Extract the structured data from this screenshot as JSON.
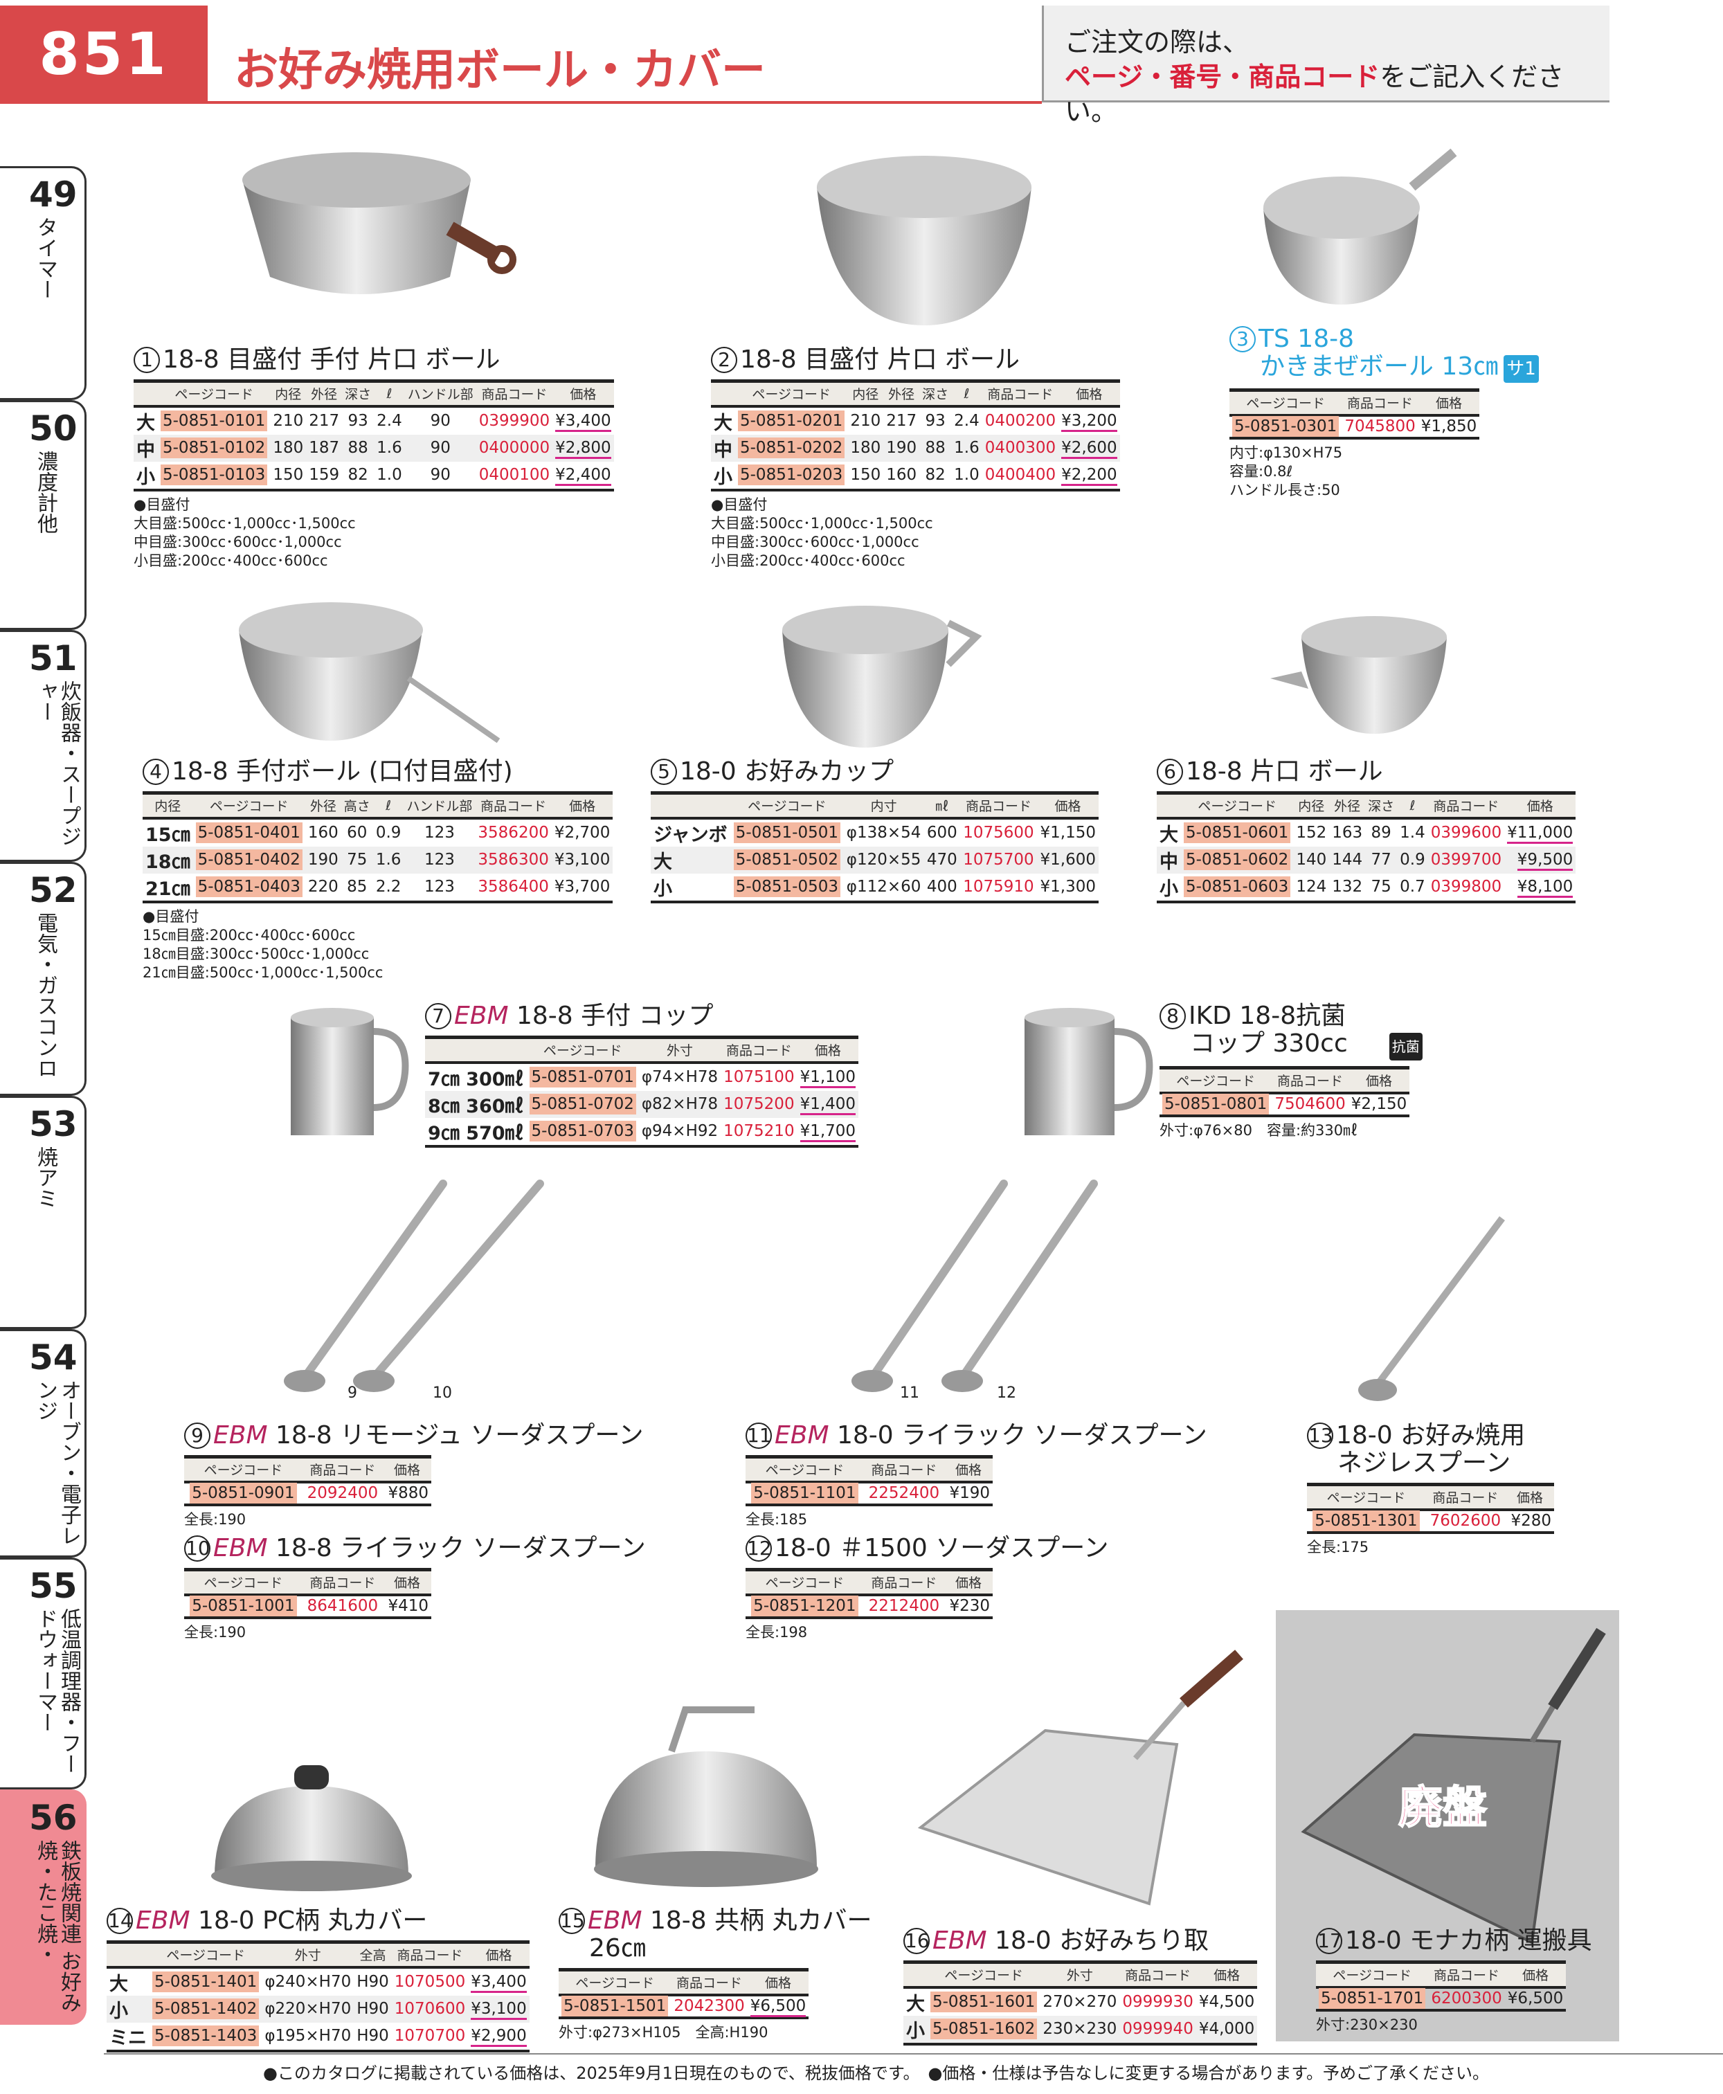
{
  "header": {
    "page_number": "851",
    "title": "お好み焼用ボール・カバー",
    "notice_line1": "ご注文の際は、",
    "notice_red": "ページ・番号・商品コード",
    "notice_rest": "をご記入ください。"
  },
  "tabs": [
    {
      "num": "49",
      "label": "タイマー"
    },
    {
      "num": "50",
      "label": "濃度計他"
    },
    {
      "num": "51",
      "label": "炊飯器・スープジャー"
    },
    {
      "num": "52",
      "label": "電気・ガスコンロ"
    },
    {
      "num": "53",
      "label": "焼アミ"
    },
    {
      "num": "54",
      "label": "オーブン・電子レンジ"
    },
    {
      "num": "55",
      "label": "低温調理器・フードウォーマー"
    },
    {
      "num": "56",
      "label": "鉄板焼関連 お好み焼・たこ焼・",
      "active": true
    }
  ],
  "products": [
    {
      "id": "p1",
      "num": "1",
      "brand": "",
      "name": "18-8 目盛付 手付 片口 ボール",
      "cols": [
        "",
        "ページコード",
        "内径",
        "外径",
        "深さ",
        "ℓ",
        "ハンドル部",
        "商品コード",
        "価格"
      ],
      "rows": [
        {
          "label": "大",
          "pc": "5-0851-0101",
          "specs": [
            "210",
            "217",
            "93",
            "2.4",
            "90"
          ],
          "code": "0399900",
          "price": "¥3,400",
          "ul": true
        },
        {
          "label": "中",
          "pc": "5-0851-0102",
          "specs": [
            "180",
            "187",
            "88",
            "1.6",
            "90"
          ],
          "code": "0400000",
          "price": "¥2,800",
          "ul": true
        },
        {
          "label": "小",
          "pc": "5-0851-0103",
          "specs": [
            "150",
            "159",
            "82",
            "1.0",
            "90"
          ],
          "code": "0400100",
          "price": "¥2,400",
          "ul": true
        }
      ],
      "notes": [
        "●目盛付",
        "大目盛:500cc･1,000cc･1,500cc",
        "中目盛:300cc･600cc･1,000cc",
        "小目盛:200cc･400cc･600cc"
      ]
    },
    {
      "id": "p2",
      "num": "2",
      "brand": "",
      "name": "18-8 目盛付 片口 ボール",
      "cols": [
        "",
        "ページコード",
        "内径",
        "外径",
        "深さ",
        "ℓ",
        "商品コード",
        "価格"
      ],
      "rows": [
        {
          "label": "大",
          "pc": "5-0851-0201",
          "specs": [
            "210",
            "217",
            "93",
            "2.4"
          ],
          "code": "0400200",
          "price": "¥3,200",
          "ul": true
        },
        {
          "label": "中",
          "pc": "5-0851-0202",
          "specs": [
            "180",
            "190",
            "88",
            "1.6"
          ],
          "code": "0400300",
          "price": "¥2,600",
          "ul": true
        },
        {
          "label": "小",
          "pc": "5-0851-0203",
          "specs": [
            "150",
            "160",
            "82",
            "1.0"
          ],
          "code": "0400400",
          "price": "¥2,200",
          "ul": true
        }
      ],
      "notes": [
        "●目盛付",
        "大目盛:500cc･1,000cc･1,500cc",
        "中目盛:300cc･600cc･1,000cc",
        "小目盛:200cc･400cc･600cc"
      ]
    },
    {
      "id": "p3",
      "num": "3",
      "brand": "",
      "name": "TS 18-8",
      "name2": "かきまぜボール 13㎝",
      "badge": "サ1",
      "blue": true,
      "cols": [
        "ページコード",
        "商品コード",
        "価格"
      ],
      "rows": [
        {
          "pc": "5-0851-0301",
          "specs": [],
          "code": "7045800",
          "price": "¥1,850"
        }
      ],
      "notes": [
        "内寸:φ130×H75",
        "容量:0.8ℓ",
        "ハンドル長さ:50"
      ]
    },
    {
      "id": "p4",
      "num": "4",
      "brand": "",
      "name": "18-8 手付ボール (口付目盛付)",
      "cols": [
        "内径",
        "ページコード",
        "外径",
        "高さ",
        "ℓ",
        "ハンドル部",
        "商品コード",
        "価格"
      ],
      "rows": [
        {
          "label": "15㎝",
          "pc": "5-0851-0401",
          "specs": [
            "160",
            "60",
            "0.9",
            "123"
          ],
          "code": "3586200",
          "price": "¥2,700"
        },
        {
          "label": "18㎝",
          "pc": "5-0851-0402",
          "specs": [
            "190",
            "75",
            "1.6",
            "123"
          ],
          "code": "3586300",
          "price": "¥3,100"
        },
        {
          "label": "21㎝",
          "pc": "5-0851-0403",
          "specs": [
            "220",
            "85",
            "2.2",
            "123"
          ],
          "code": "3586400",
          "price": "¥3,700"
        }
      ],
      "notes": [
        "●目盛付",
        "15㎝目盛:200cc･400cc･600cc",
        "18㎝目盛:300cc･500cc･1,000cc",
        "21㎝目盛:500cc･1,000cc･1,500cc"
      ]
    },
    {
      "id": "p5",
      "num": "5",
      "brand": "",
      "name": "18-0 お好みカップ",
      "cols": [
        "",
        "ページコード",
        "内寸",
        "㎖",
        "商品コード",
        "価格"
      ],
      "rows": [
        {
          "label": "ジャンボ",
          "pc": "5-0851-0501",
          "specs": [
            "φ138×54",
            "600"
          ],
          "code": "1075600",
          "price": "¥1,150"
        },
        {
          "label": "大",
          "pc": "5-0851-0502",
          "specs": [
            "φ120×55",
            "470"
          ],
          "code": "1075700",
          "price": "¥1,600"
        },
        {
          "label": "小",
          "pc": "5-0851-0503",
          "specs": [
            "φ112×60",
            "400"
          ],
          "code": "1075910",
          "price": "¥1,300"
        }
      ],
      "notes": []
    },
    {
      "id": "p6",
      "num": "6",
      "brand": "",
      "name": "18-8 片口 ボール",
      "cols": [
        "",
        "ページコード",
        "内径",
        "外径",
        "深さ",
        "ℓ",
        "商品コード",
        "価格"
      ],
      "rows": [
        {
          "label": "大",
          "pc": "5-0851-0601",
          "specs": [
            "152",
            "163",
            "89",
            "1.4"
          ],
          "code": "0399600",
          "price": "¥11,000",
          "ul": true
        },
        {
          "label": "中",
          "pc": "5-0851-0602",
          "specs": [
            "140",
            "144",
            "77",
            "0.9"
          ],
          "code": "0399700",
          "price": "¥9,500",
          "ul": true
        },
        {
          "label": "小",
          "pc": "5-0851-0603",
          "specs": [
            "124",
            "132",
            "75",
            "0.7"
          ],
          "code": "0399800",
          "price": "¥8,100",
          "ul": true
        }
      ],
      "notes": []
    },
    {
      "id": "p7",
      "num": "7",
      "brand": "EBM",
      "name": "18-8 手付 コップ",
      "cols": [
        "",
        "ページコード",
        "外寸",
        "商品コード",
        "価格"
      ],
      "rows": [
        {
          "label": "7㎝ 300㎖",
          "pc": "5-0851-0701",
          "specs": [
            "φ74×H78"
          ],
          "code": "1075100",
          "price": "¥1,100",
          "ul": true
        },
        {
          "label": "8㎝ 360㎖",
          "pc": "5-0851-0702",
          "specs": [
            "φ82×H78"
          ],
          "code": "1075200",
          "price": "¥1,400",
          "ul": true
        },
        {
          "label": "9㎝ 570㎖",
          "pc": "5-0851-0703",
          "specs": [
            "φ94×H92"
          ],
          "code": "1075210",
          "price": "¥1,700",
          "ul": true
        }
      ],
      "notes": []
    },
    {
      "id": "p8",
      "num": "8",
      "brand": "",
      "name": "IKD 18-8抗菌",
      "name2": "コップ 330cc",
      "mark": "抗菌",
      "cols": [
        "ページコード",
        "商品コード",
        "価格"
      ],
      "rows": [
        {
          "pc": "5-0851-0801",
          "specs": [],
          "code": "7504600",
          "price": "¥2,150"
        }
      ],
      "notes": [
        "外寸:φ76×80　容量:約330㎖"
      ]
    },
    {
      "id": "p9",
      "num": "9",
      "brand": "EBM",
      "name": "18-8 リモージュ ソーダスプーン",
      "cols": [
        "ページコード",
        "商品コード",
        "価格"
      ],
      "rows": [
        {
          "pc": "5-0851-0901",
          "specs": [],
          "code": "2092400",
          "price": "¥880"
        }
      ],
      "notes": [
        "全長:190"
      ]
    },
    {
      "id": "p10",
      "num": "10",
      "brand": "EBM",
      "name": "18-8 ライラック ソーダスプーン",
      "cols": [
        "ページコード",
        "商品コード",
        "価格"
      ],
      "rows": [
        {
          "pc": "5-0851-1001",
          "specs": [],
          "code": "8641600",
          "price": "¥410"
        }
      ],
      "notes": [
        "全長:190"
      ]
    },
    {
      "id": "p11",
      "num": "11",
      "brand": "EBM",
      "name": "18-0 ライラック ソーダスプーン",
      "cols": [
        "ページコード",
        "商品コード",
        "価格"
      ],
      "rows": [
        {
          "pc": "5-0851-1101",
          "specs": [],
          "code": "2252400",
          "price": "¥190"
        }
      ],
      "notes": [
        "全長:185"
      ]
    },
    {
      "id": "p12",
      "num": "12",
      "brand": "",
      "name": "18-0 ＃1500 ソーダスプーン",
      "cols": [
        "ページコード",
        "商品コード",
        "価格"
      ],
      "rows": [
        {
          "pc": "5-0851-1201",
          "specs": [],
          "code": "2212400",
          "price": "¥230"
        }
      ],
      "notes": [
        "全長:198"
      ]
    },
    {
      "id": "p13",
      "num": "13",
      "brand": "",
      "name": "18-0 お好み焼用",
      "name2": "ネジレスプーン",
      "cols": [
        "ページコード",
        "商品コード",
        "価格"
      ],
      "rows": [
        {
          "pc": "5-0851-1301",
          "specs": [],
          "code": "7602600",
          "price": "¥280"
        }
      ],
      "notes": [
        "全長:175"
      ]
    },
    {
      "id": "p14",
      "num": "14",
      "brand": "EBM",
      "name": "18-0 PC柄 丸カバー",
      "cols": [
        "",
        "ページコード",
        "外寸",
        "全高",
        "商品コード",
        "価格"
      ],
      "rows": [
        {
          "label": "大",
          "pc": "5-0851-1401",
          "specs": [
            "φ240×H70",
            "H90"
          ],
          "code": "1070500",
          "price": "¥3,400",
          "ul": true
        },
        {
          "label": "小",
          "pc": "5-0851-1402",
          "specs": [
            "φ220×H70",
            "H90"
          ],
          "code": "1070600",
          "price": "¥3,100",
          "ul": true
        },
        {
          "label": "ミニ",
          "pc": "5-0851-1403",
          "specs": [
            "φ195×H70",
            "H90"
          ],
          "code": "1070700",
          "price": "¥2,900",
          "ul": true
        }
      ],
      "notes": []
    },
    {
      "id": "p15",
      "num": "15",
      "brand": "EBM",
      "name": "18-8 共柄 丸カバー",
      "name2": "26㎝",
      "cols": [
        "ページコード",
        "商品コード",
        "価格"
      ],
      "rows": [
        {
          "pc": "5-0851-1501",
          "specs": [],
          "code": "2042300",
          "price": "¥6,500",
          "ul": true
        }
      ],
      "notes": [
        "外寸:φ273×H105　全高:H190"
      ]
    },
    {
      "id": "p16",
      "num": "16",
      "brand": "EBM",
      "name": "18-0 お好みちり取",
      "cols": [
        "",
        "ページコード",
        "外寸",
        "商品コード",
        "価格"
      ],
      "rows": [
        {
          "label": "大",
          "pc": "5-0851-1601",
          "specs": [
            "270×270"
          ],
          "code": "0999930",
          "price": "¥4,500"
        },
        {
          "label": "小",
          "pc": "5-0851-1602",
          "specs": [
            "230×230"
          ],
          "code": "0999940",
          "price": "¥4,000"
        }
      ],
      "notes": []
    },
    {
      "id": "p17",
      "num": "17",
      "brand": "",
      "name": "18-0 モナカ柄 運搬具",
      "cols": [
        "ページコード",
        "商品コード",
        "価格"
      ],
      "rows": [
        {
          "pc": "5-0851-1701",
          "specs": [],
          "code": "6200300",
          "price": "¥6,500"
        }
      ],
      "notes": [
        "外寸:230×230"
      ]
    }
  ],
  "spoon_labels": [
    "9",
    "10",
    "11",
    "12"
  ],
  "discontinued_label": "廃盤",
  "footer": "●このカタログに掲載されている価格は、2025年9月1日現在のもので、税抜価格です。　●価格・仕様は予告なしに変更する場合があります。予めご了承ください。"
}
